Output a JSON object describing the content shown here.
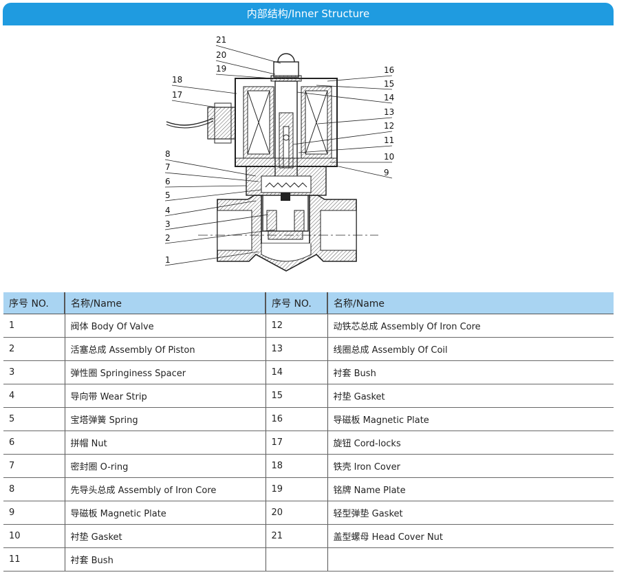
{
  "header": {
    "title": "内部结构/Inner Structure"
  },
  "diagram": {
    "callouts_left": [
      "21",
      "20",
      "19",
      "18",
      "17",
      "8",
      "7",
      "6",
      "5",
      "4",
      "3",
      "2",
      "1"
    ],
    "callouts_right": [
      "16",
      "15",
      "14",
      "13",
      "12",
      "11",
      "10",
      "9"
    ]
  },
  "table": {
    "headers": [
      "序号 NO.",
      "名称/Name",
      "序号 NO.",
      "名称/Name"
    ],
    "rows": [
      {
        "no_a": "1",
        "name_a": "阀体  Body Of Valve",
        "no_b": "12",
        "name_b": "动铁芯总成 Assembly Of Iron Core"
      },
      {
        "no_a": "2",
        "name_a": "活塞总成 Assembly Of Piston",
        "no_b": "13",
        "name_b": "线圈总成 Assembly Of Coil"
      },
      {
        "no_a": "3",
        "name_a": "弹性圈 Springiness Spacer",
        "no_b": "14",
        "name_b": "衬套 Bush"
      },
      {
        "no_a": "4",
        "name_a": "导向带 Wear Strip",
        "no_b": "15",
        "name_b": "衬垫 Gasket"
      },
      {
        "no_a": "5",
        "name_a": "宝塔弹簧 Spring",
        "no_b": "16",
        "name_b": "导磁板 Magnetic Plate"
      },
      {
        "no_a": "6",
        "name_a": "拼帽 Nut",
        "no_b": "17",
        "name_b": "旋钮 Cord-locks"
      },
      {
        "no_a": "7",
        "name_a": "密封圈 O-ring",
        "no_b": "18",
        "name_b": "铁壳 Iron Cover"
      },
      {
        "no_a": "8",
        "name_a": "先导头总成  Assembly of Iron Core",
        "no_b": "19",
        "name_b": "铭牌 Name Plate"
      },
      {
        "no_a": "9",
        "name_a": "导磁板 Magnetic Plate",
        "no_b": "20",
        "name_b": "轻型弹垫 Gasket"
      },
      {
        "no_a": "10",
        "name_a": "衬垫 Gasket",
        "no_b": "21",
        "name_b": "盖型螺母 Head Cover Nut"
      },
      {
        "no_a": "11",
        "name_a": "衬套 Bush",
        "no_b": "",
        "name_b": ""
      }
    ]
  }
}
